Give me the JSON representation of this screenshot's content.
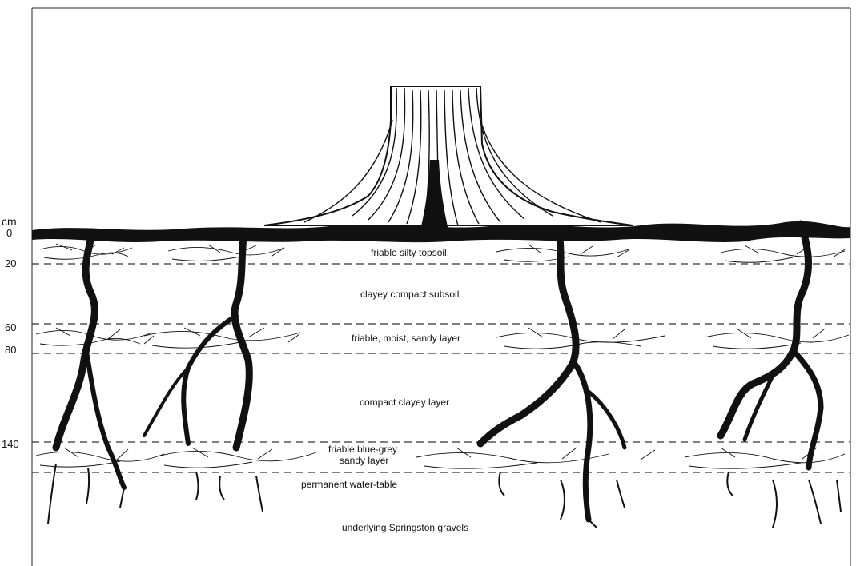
{
  "depth_axis": {
    "unit": "cm",
    "ticks": [
      "0",
      "20",
      "60",
      "80",
      "140"
    ]
  },
  "layers": [
    {
      "name": "friable silty topsoil"
    },
    {
      "name": "clayey compact subsoil"
    },
    {
      "name": "friable, moist, sandy layer"
    },
    {
      "name": "compact clayey layer"
    },
    {
      "name": "friable blue-grey",
      "name_line2": "sandy layer"
    },
    {
      "name": "permanent water-table"
    },
    {
      "name": "underlying Springston gravels"
    }
  ],
  "colors": {
    "ink": "#111111",
    "background": "#ffffff"
  },
  "icons": {
    "tree": "tree-stump-icon",
    "roots": "root-system-icon"
  }
}
